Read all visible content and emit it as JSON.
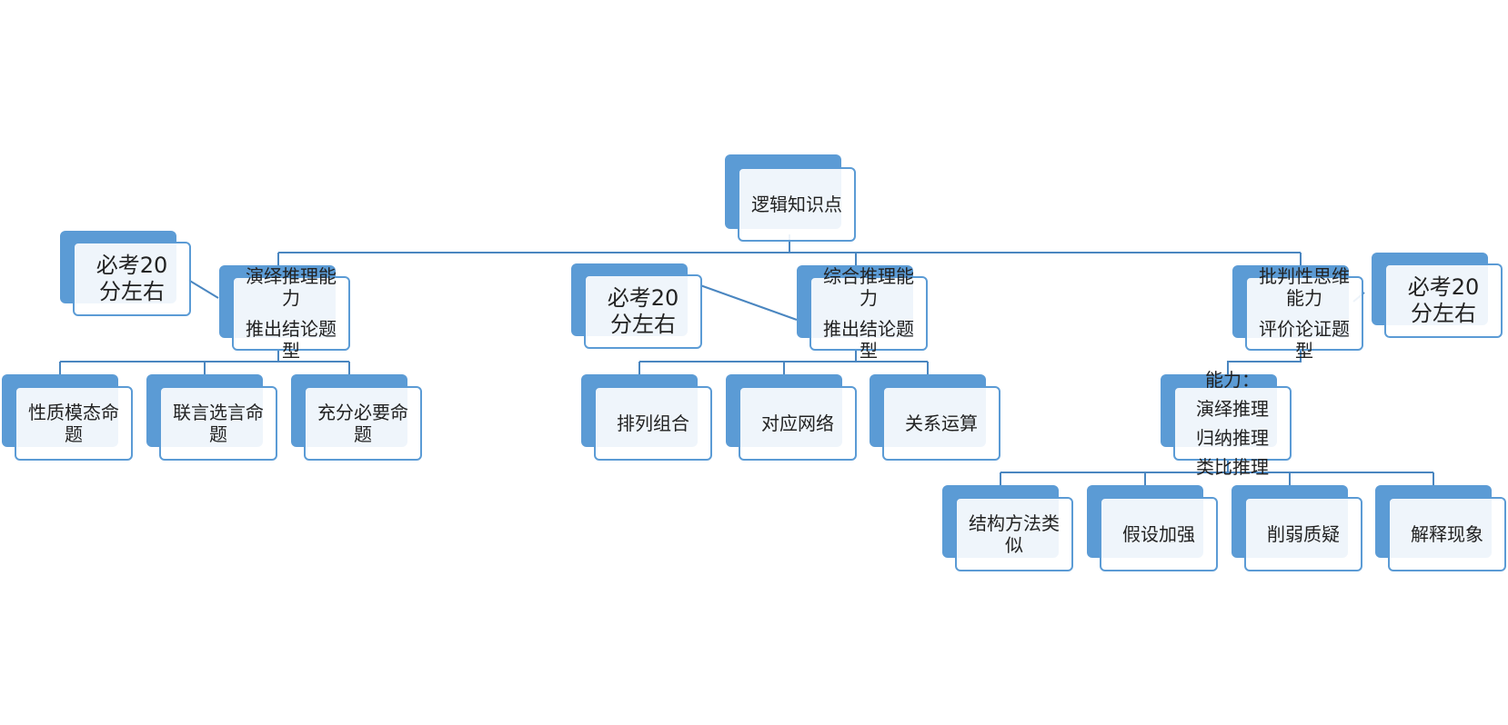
{
  "colors": {
    "primary": "#5b9bd5",
    "line": "#4a86c0",
    "text": "#222222"
  },
  "root": {
    "label": "逻辑知识点"
  },
  "branches": [
    {
      "title": "演绎推理能力",
      "subtitle": "推出结论题型",
      "note": "必考20分左右",
      "children": [
        "性质模态命题",
        "联言选言命题",
        "充分必要命题"
      ]
    },
    {
      "title": "综合推理能力",
      "subtitle": "推出结论题型",
      "note": "必考20分左右",
      "children": [
        "排列组合",
        "对应网络",
        "关系运算"
      ]
    },
    {
      "title": "批判性思维能力",
      "subtitle": "评价论证题型",
      "note": "必考20分左右",
      "ability": {
        "heading": "能力：",
        "items": [
          "演绎推理",
          "归纳推理",
          "类比推理"
        ]
      },
      "children": [
        "结构方法类似",
        "假设加强",
        "削弱质疑",
        "解释现象"
      ]
    }
  ]
}
